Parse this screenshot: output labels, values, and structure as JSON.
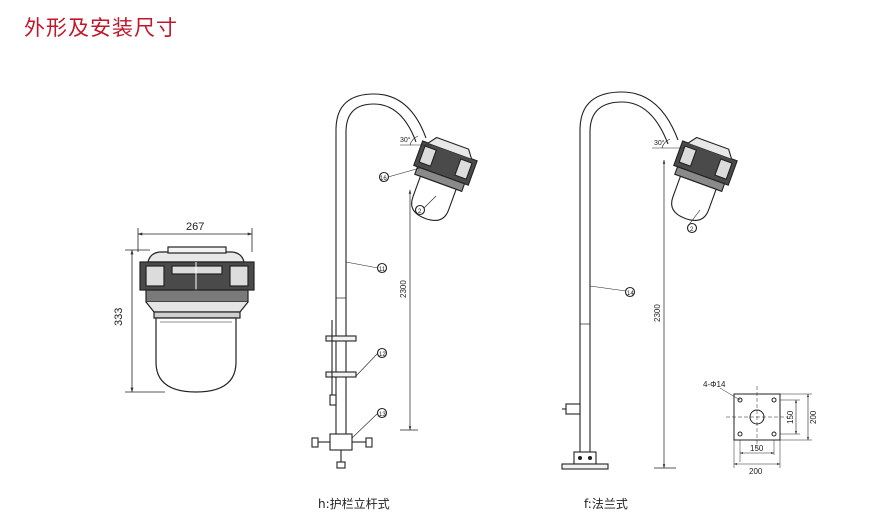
{
  "title": "外形及安装尺寸",
  "lamp_detail": {
    "width_label": "267",
    "height_label": "333"
  },
  "guardrail_mount": {
    "caption": "h:护栏立杆式",
    "height_label": "2300",
    "callouts": [
      "16",
      "2",
      "11",
      "12",
      "13"
    ],
    "angle_label": "30°"
  },
  "flange_mount": {
    "caption": "f:法兰式",
    "height_label": "2300",
    "callouts": [
      "2",
      "14"
    ],
    "angle_label": "30°"
  },
  "flange_plate": {
    "hole_label": "4-Φ14",
    "inner_w": "150",
    "outer_w": "200",
    "inner_h": "150",
    "outer_h": "200"
  }
}
